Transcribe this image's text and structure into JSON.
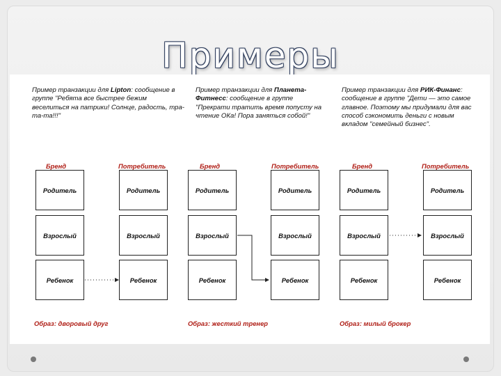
{
  "title": "Примеры",
  "role_labels": {
    "brand": "Бренд",
    "consumer": "Потребитель"
  },
  "states": [
    "Родитель",
    "Взрослый",
    "Ребенок"
  ],
  "examples": [
    {
      "desc_prefix": "Пример транзакции для ",
      "desc_bold": "Lipton",
      "desc_rest": ": сообщение в группе \"Ребята все быстрее бежим веселиться на патрики! Солнце, радость, тра-та-та!!!\"",
      "image": "Образ: дворовый друг"
    },
    {
      "desc_prefix": "Пример транзакции для ",
      "desc_bold": "Планета-Фитнесс",
      "desc_rest": ": сообщение в группе \"Прекрати тратить время попусту на чтение ОКа! Пора заняться собой!\"",
      "image": "Образ: жесткий тренер"
    },
    {
      "desc_prefix": "Пример транзакции для ",
      "desc_bold": "РИК-Финанс",
      "desc_rest": ": сообщение в группе \"Дети — это самое главное. Поэтому мы придумали для вас способ сэкономить деньги с новым вкладом \"семейный бизнес\".",
      "image": "Образ: милый брокер"
    }
  ]
}
